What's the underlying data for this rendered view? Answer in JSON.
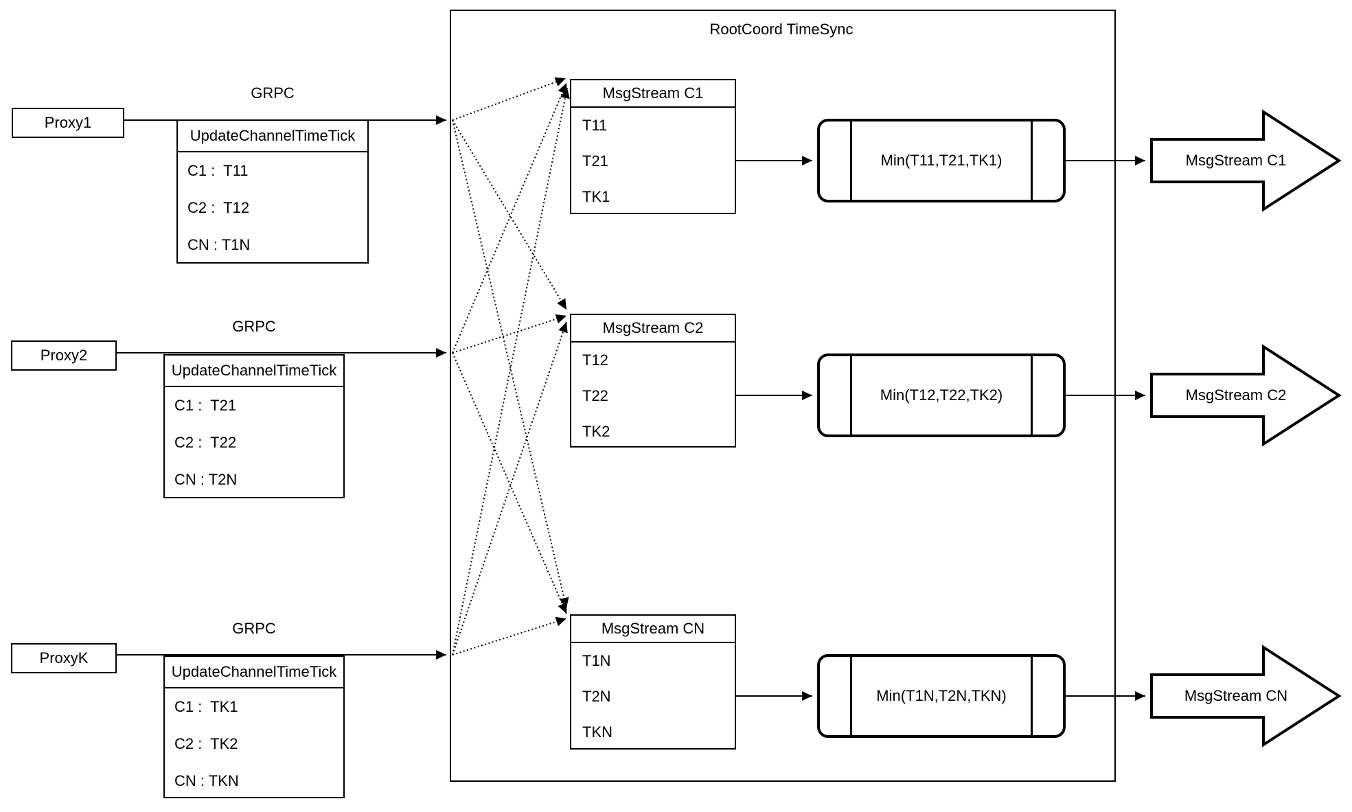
{
  "diagram": {
    "container_title": "RootCoord TimeSync",
    "colors": {
      "stroke": "#000000",
      "background": "#ffffff"
    },
    "proxies": [
      {
        "name": "Proxy1",
        "protocol": "GRPC",
        "message": "UpdateChannelTimeTick",
        "entries": [
          "C1 :  T11",
          "C2 :  T12",
          "CN : T1N"
        ]
      },
      {
        "name": "Proxy2",
        "protocol": "GRPC",
        "message": "UpdateChannelTimeTick",
        "entries": [
          "C1 :  T21",
          "C2 :  T22",
          "CN : T2N"
        ]
      },
      {
        "name": "ProxyK",
        "protocol": "GRPC",
        "message": "UpdateChannelTimeTick",
        "entries": [
          "C1 :  TK1",
          "C2 :  TK2",
          "CN : TKN"
        ]
      }
    ],
    "streams": [
      {
        "title": "MsgStream C1",
        "timestamps": [
          "T11",
          "T21",
          "TK1"
        ],
        "min_label": "Min(T11,T21,TK1)",
        "output": "MsgStream C1"
      },
      {
        "title": "MsgStream C2",
        "timestamps": [
          "T12",
          "T22",
          "TK2"
        ],
        "min_label": "Min(T12,T22,TK2)",
        "output": "MsgStream C2"
      },
      {
        "title": "MsgStream CN",
        "timestamps": [
          "T1N",
          "T2N",
          "TKN"
        ],
        "min_label": "Min(T1N,T2N,TKN)",
        "output": "MsgStream CN"
      }
    ]
  }
}
